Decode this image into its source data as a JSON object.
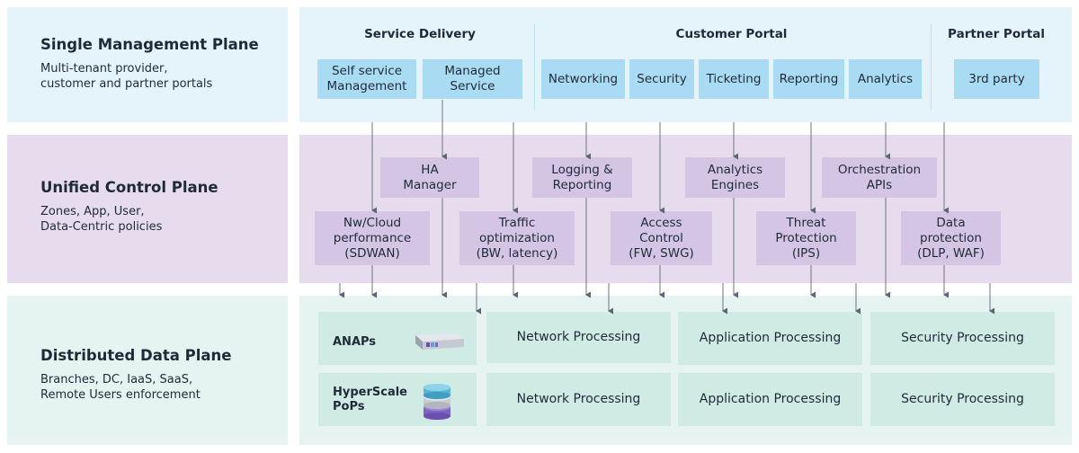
{
  "management": {
    "title": "Single Management Plane",
    "subtitle": [
      "Multi-tenant provider,",
      "customer and partner portals"
    ],
    "headers": {
      "service_delivery": "Service Delivery",
      "customer_portal": "Customer Portal",
      "partner_portal": "Partner Portal"
    },
    "service_delivery": [
      [
        "Self service",
        "Management"
      ],
      [
        "Managed",
        "Service"
      ]
    ],
    "customer_portal": [
      "Networking",
      "Security",
      "Ticketing",
      "Reporting",
      "Analytics"
    ],
    "partner_portal": [
      "3rd party"
    ]
  },
  "control": {
    "title": "Unified Control Plane",
    "subtitle": [
      "Zones, App, User,",
      "Data-Centric policies"
    ],
    "upper": [
      [
        "HA",
        "Manager"
      ],
      [
        "Logging &",
        "Reporting"
      ],
      [
        "Analytics",
        "Engines"
      ],
      [
        "Orchestration",
        "APIs"
      ]
    ],
    "lower": [
      [
        "Nw/Cloud",
        "performance",
        "(SDWAN)"
      ],
      [
        "Traffic",
        "optimization",
        "(BW, latency)"
      ],
      [
        "Access",
        "Control",
        "(FW, SWG)"
      ],
      [
        "Threat",
        "Protection",
        "(IPS)"
      ],
      [
        "Data",
        "protection",
        "(DLP, WAF)"
      ]
    ]
  },
  "data": {
    "title": "Distributed Data Plane",
    "subtitle": [
      "Branches, DC, IaaS, SaaS,",
      "Remote Users enforcement"
    ],
    "anaps": "ANAPs",
    "hyperscale": [
      "HyperScale",
      "PoPs"
    ],
    "row1": [
      "Network Processing",
      "Application Processing",
      "Security Processing"
    ],
    "row2": [
      "Network Processing",
      "Application Processing",
      "Security Processing"
    ]
  },
  "colors": {
    "mgmt_bg": "#e5f4fb",
    "ctrl_bg": "#e6dced",
    "data_bg": "#e6f4f1",
    "blue_box": "#a9dcf2",
    "purple_box": "#d5c5e5",
    "green_box": "#d0ebe4"
  },
  "icons": {
    "anaps": "appliance-icon",
    "hyperscale": "database-stack-icon"
  }
}
